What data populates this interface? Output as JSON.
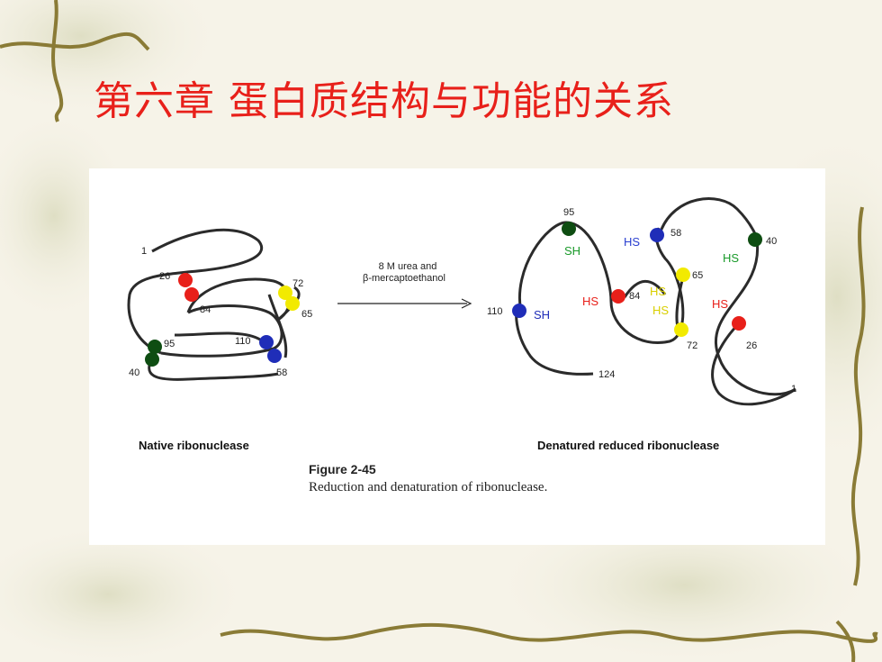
{
  "slide": {
    "title": "第六章  蛋白质结构与功能的关系"
  },
  "figure": {
    "label": "Figure 2-45",
    "caption": "Reduction and denaturation of ribonuclease.",
    "native_label": "Native ribonuclease",
    "denatured_label": "Denatured reduced ribonuclease",
    "arrow_line1": "8 M urea and",
    "arrow_line2": "β-mercaptoethanol",
    "native_numbers": [
      "1",
      "26",
      "84",
      "72",
      "65",
      "95",
      "110",
      "40",
      "58"
    ],
    "denatured_numbers": [
      "95",
      "58",
      "40",
      "65",
      "84",
      "110",
      "72",
      "26",
      "124",
      "1"
    ],
    "groups": {
      "sh_95": "SH",
      "sh_110": "SH",
      "hs_58": "HS",
      "hs_40": "HS",
      "hs_84": "HS",
      "hs_65": "HS",
      "hs_72": "HS",
      "hs_26": "HS"
    },
    "colors": {
      "red": "#e8201a",
      "yellow": "#f2ea00",
      "green": "#0e4d12",
      "blue": "#1f2db8",
      "sh_green": "#1a9a2a",
      "hs_blue": "#2a3fd0",
      "hs_red": "#e8201a",
      "hs_yellow": "#f2ea00"
    }
  }
}
